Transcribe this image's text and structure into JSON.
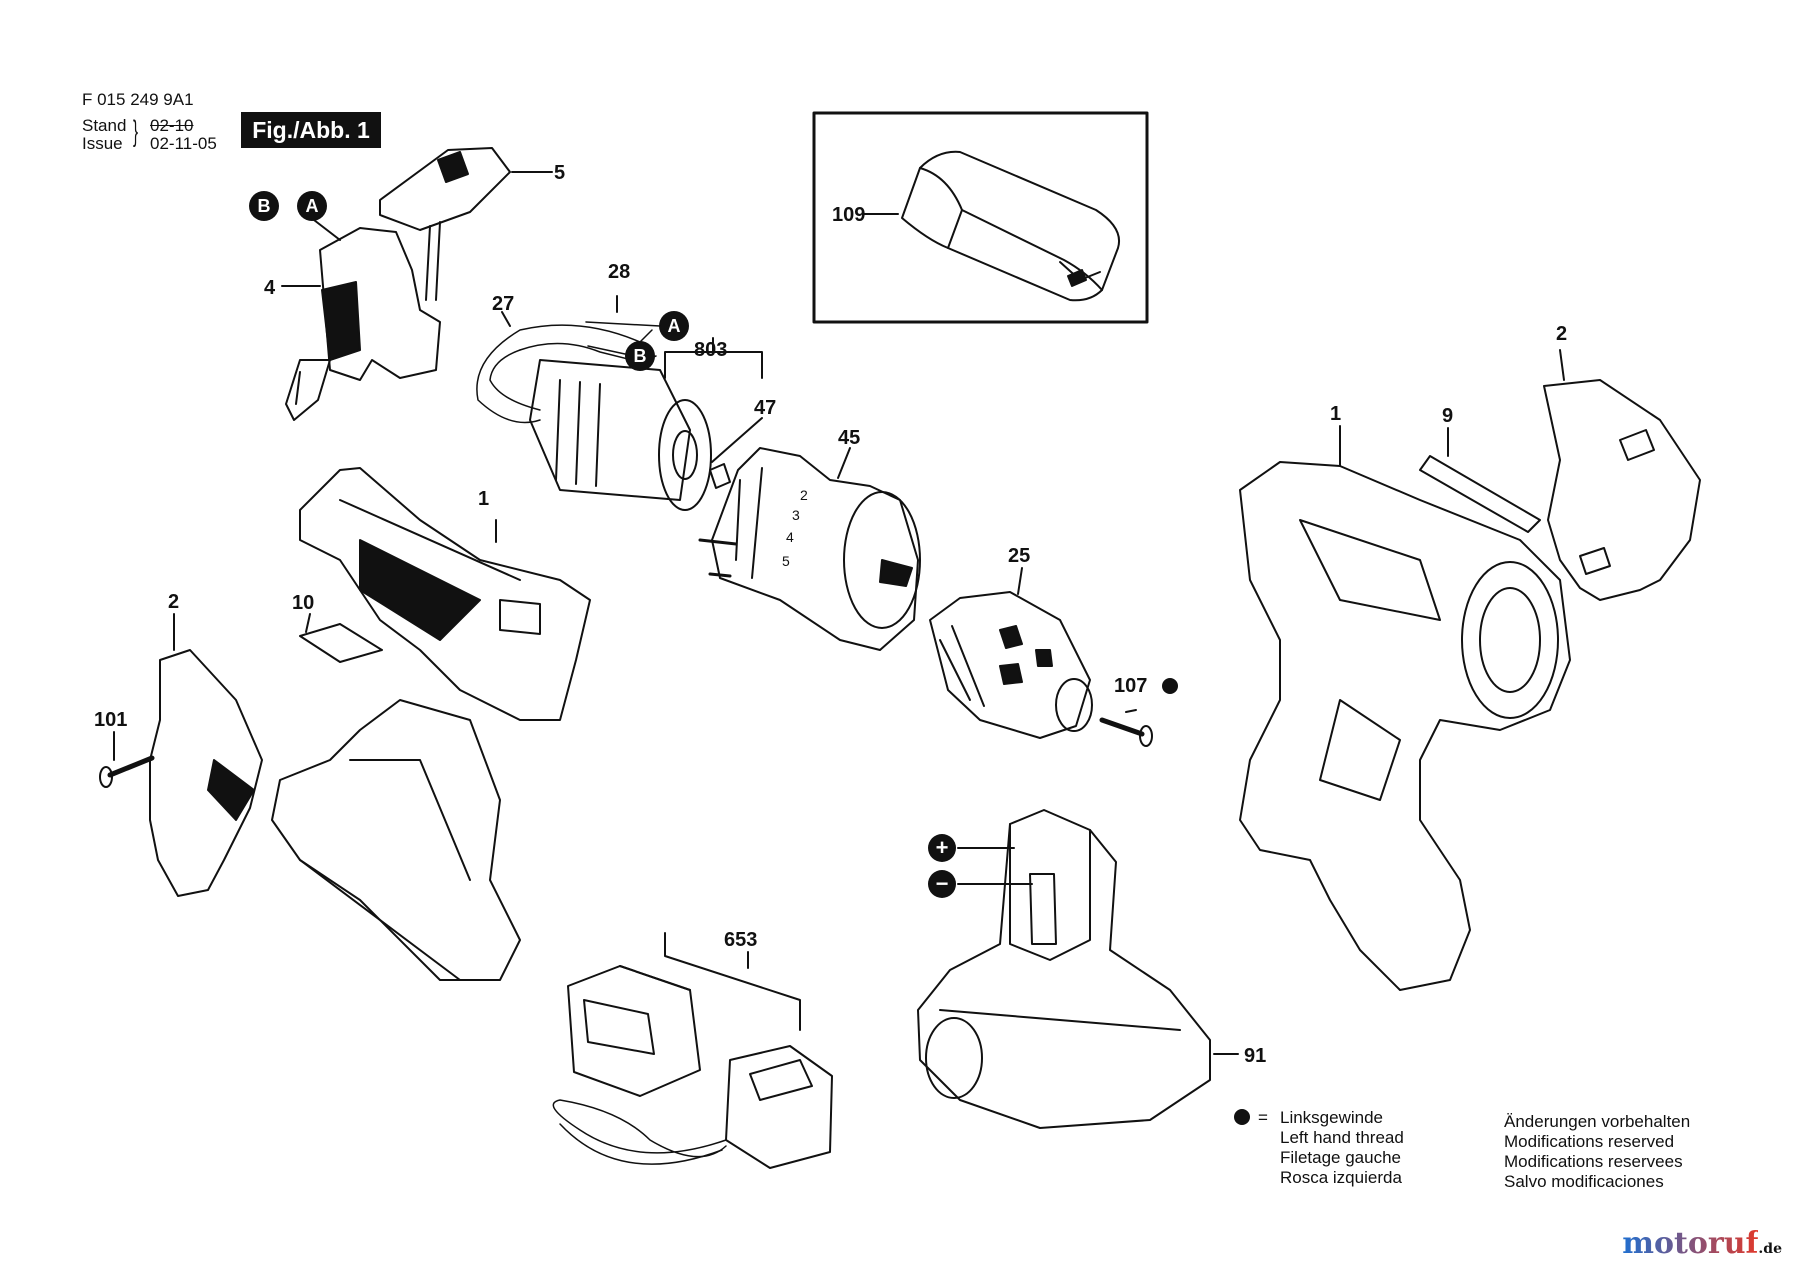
{
  "header": {
    "doc_number": "F 015 249 9A1",
    "stand_label": "Stand",
    "issue_label": "Issue",
    "old_date": "02-10",
    "issue_date": "02-11-05",
    "figure_label": "Fig./Abb. 1"
  },
  "markers": {
    "a": "A",
    "b": "B",
    "plus": "+",
    "minus": "−"
  },
  "parts": {
    "p1_left": "1",
    "p1_right": "1",
    "p2_left": "2",
    "p2_right": "2",
    "p4": "4",
    "p5": "5",
    "p9": "9",
    "p10": "10",
    "p25": "25",
    "p27": "27",
    "p28": "28",
    "p45": "45",
    "p47": "47",
    "p91": "91",
    "p101": "101",
    "p107": "107",
    "p109": "109",
    "p653": "653",
    "p803": "803"
  },
  "legend": {
    "symbol_eq": "=",
    "lines": [
      "Linksgewinde",
      "Left hand thread",
      "Filetage gauche",
      "Rosca izquierda"
    ]
  },
  "notes": [
    "Änderungen vorbehalten",
    "Modifications reserved",
    "Modifications reservees",
    "Salvo modificaciones"
  ],
  "brand": {
    "name": "motoruf",
    "suffix": ".de",
    "color_a": "#1f6fd0",
    "color_b": "#e0392b"
  },
  "colors": {
    "ink": "#111111",
    "paper": "#ffffff"
  }
}
